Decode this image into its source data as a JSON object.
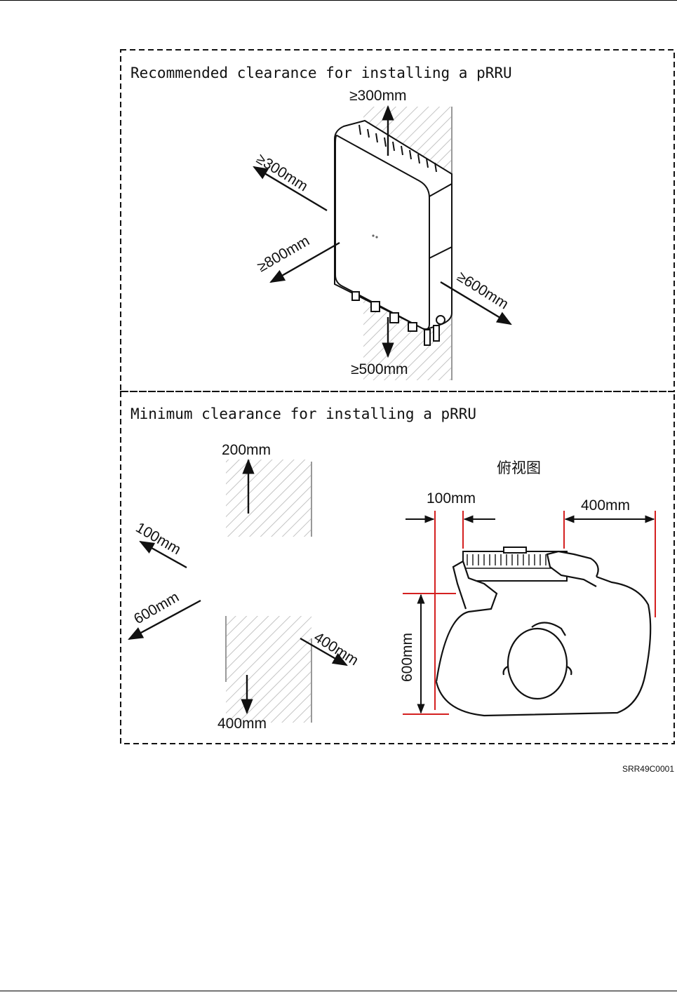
{
  "figure": {
    "recommended": {
      "title": "Recommended clearance for installing a pRRU",
      "top": "≥300mm",
      "left": "≥300mm",
      "front": "≥800mm",
      "right": "≥600mm",
      "bottom": "≥500mm"
    },
    "minimum": {
      "title": "Minimum clearance for installing a pRRU",
      "top": "200mm",
      "left": "100mm",
      "front": "600mm",
      "right": "400mm",
      "bottom": "400mm",
      "top_view": {
        "title": "俯视图",
        "gap_left": "100mm",
        "gap_right": "400mm",
        "depth": "600mm"
      }
    },
    "code": "SRR49C0001"
  },
  "colors": {
    "accent": "#d42020",
    "ink": "#111111",
    "hatch": "#c4c4c4"
  }
}
